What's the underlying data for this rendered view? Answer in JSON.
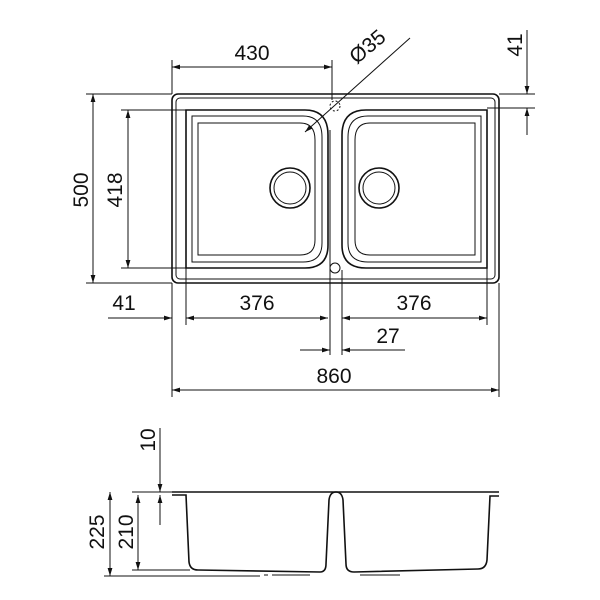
{
  "title": "Double bowl sink technical drawing",
  "top_view": {
    "dims": {
      "bowl_offset": "430",
      "tap_hole": "Ø35",
      "rim_top": "41",
      "overall_depth": "500",
      "bowl_depth": "418",
      "rim_side": "41",
      "left_bowl_width": "376",
      "right_bowl_width": "376",
      "divider": "27",
      "overall_width": "860"
    }
  },
  "side_view": {
    "dims": {
      "flange": "10",
      "bowl_height": "210",
      "total_height": "225"
    }
  },
  "colors": {
    "line": "#111111",
    "background": "#ffffff"
  }
}
